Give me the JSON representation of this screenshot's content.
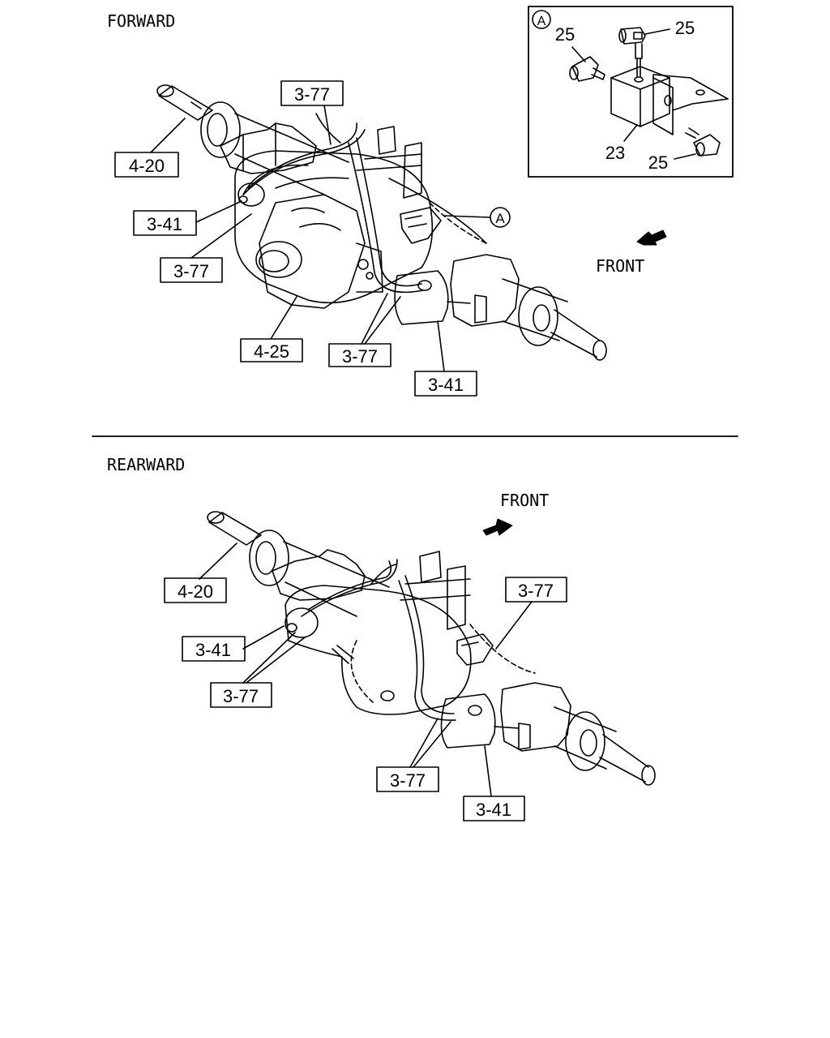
{
  "sections": {
    "forward": {
      "title": "FORWARD",
      "front_label": "FRONT"
    },
    "rearward": {
      "title": "REARWARD",
      "front_label": "FRONT"
    }
  },
  "detail": {
    "marker": "A",
    "parts": [
      "25",
      "25",
      "23",
      "25"
    ]
  },
  "forward_callouts": [
    "3-77",
    "4-20",
    "3-41",
    "3-77",
    "4-25",
    "3-77",
    "3-41"
  ],
  "rearward_callouts": [
    "4-20",
    "3-77",
    "3-41",
    "3-77",
    "3-77",
    "3-41"
  ],
  "forward_marker": "A"
}
